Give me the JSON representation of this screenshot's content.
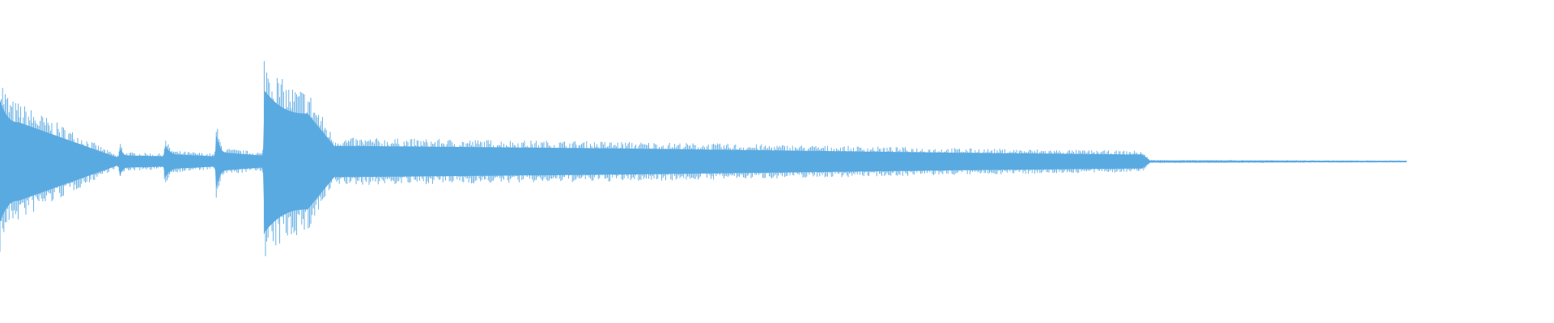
{
  "waveform": {
    "color": "#5aaae2",
    "envelope": [
      {
        "t": 0.0,
        "amp": 0.7,
        "kind": "attack"
      },
      {
        "t": 0.012,
        "amp": 0.45,
        "kind": "decay"
      },
      {
        "t": 0.075,
        "amp": 0.05,
        "kind": "tail"
      },
      {
        "t": 0.077,
        "amp": 0.17,
        "kind": "attack"
      },
      {
        "t": 0.082,
        "amp": 0.07,
        "kind": "decay"
      },
      {
        "t": 0.104,
        "amp": 0.06,
        "kind": "tail"
      },
      {
        "t": 0.106,
        "amp": 0.19,
        "kind": "attack"
      },
      {
        "t": 0.115,
        "amp": 0.08,
        "kind": "decay"
      },
      {
        "t": 0.137,
        "amp": 0.06,
        "kind": "tail"
      },
      {
        "t": 0.139,
        "amp": 0.32,
        "kind": "attack"
      },
      {
        "t": 0.146,
        "amp": 0.1,
        "kind": "decay"
      },
      {
        "t": 0.168,
        "amp": 0.07,
        "kind": "tail"
      },
      {
        "t": 0.17,
        "amp": 0.82,
        "kind": "attack"
      },
      {
        "t": 0.198,
        "amp": 0.55,
        "kind": "decay"
      },
      {
        "t": 0.215,
        "amp": 0.18,
        "kind": "sustain"
      },
      {
        "t": 0.4,
        "amp": 0.15,
        "kind": "sustain"
      },
      {
        "t": 0.62,
        "amp": 0.1,
        "kind": "sustain"
      },
      {
        "t": 0.735,
        "amp": 0.08,
        "kind": "sustain"
      },
      {
        "t": 0.74,
        "amp": 0.012,
        "kind": "tail"
      },
      {
        "t": 0.905,
        "amp": 0.008,
        "kind": "end"
      }
    ]
  }
}
